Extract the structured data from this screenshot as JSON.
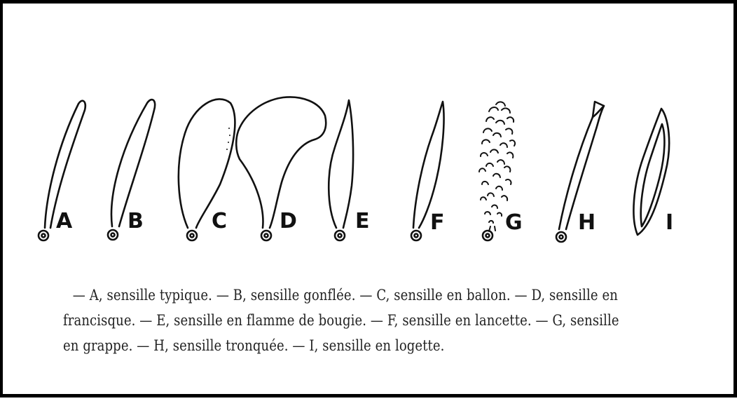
{
  "figure": {
    "labels": [
      "A",
      "B",
      "C",
      "D",
      "E",
      "F",
      "G",
      "H",
      "I"
    ]
  },
  "caption": {
    "line1": "— A, sensille typique. — B, sensille gonflée. — C, sensille en ballon. — D, sensille en",
    "line2": "francisque. — E, sensille en flamme de bougie. — F, sensille en lancette. — G, sensille",
    "line3": "en grappe. — H, sensille tronquée. — I, sensille en logette."
  }
}
